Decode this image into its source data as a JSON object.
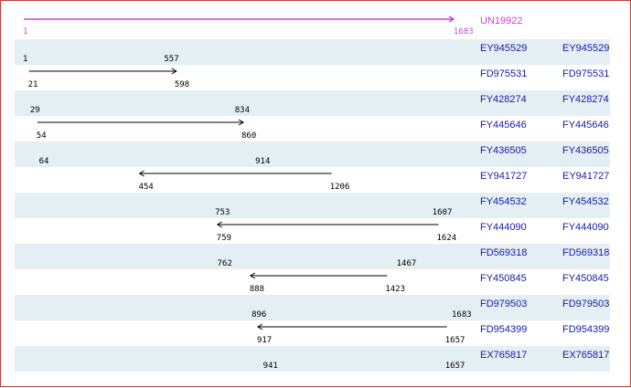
{
  "colors": {
    "border": "#c04040",
    "band": "#e3eff3",
    "reference": "#cc44cc",
    "arrow": "#000000",
    "link": "#1a1aa6"
  },
  "reference": {
    "name": "UN19922",
    "start": "1",
    "end": "1683",
    "start_val": 1,
    "end_val": 1683,
    "direction": "right"
  },
  "scale": {
    "min": 1,
    "max": 1683
  },
  "alignments": [
    {
      "id": "EY945529",
      "id2": "EY945529",
      "start": 1,
      "end": 557,
      "start_label": "1",
      "end_label": "557",
      "direction": "right",
      "shaded": true
    },
    {
      "id": "FD975531",
      "id2": "FD975531",
      "start": 21,
      "end": 598,
      "start_label": "21",
      "end_label": "598",
      "direction": "right",
      "shaded": false
    },
    {
      "id": "FY428274",
      "id2": "FY428274",
      "start": 29,
      "end": 834,
      "start_label": "29",
      "end_label": "834",
      "direction": "right",
      "shaded": true
    },
    {
      "id": "FY445646",
      "id2": "FY445646",
      "start": 54,
      "end": 860,
      "start_label": "54",
      "end_label": "860",
      "direction": "right",
      "shaded": false
    },
    {
      "id": "FY436505",
      "id2": "FY436505",
      "start": 64,
      "end": 914,
      "start_label": "64",
      "end_label": "914",
      "direction": "right",
      "shaded": true
    },
    {
      "id": "EY941727",
      "id2": "EY941727",
      "start": 454,
      "end": 1206,
      "start_label": "454",
      "end_label": "1206",
      "direction": "left",
      "shaded": false
    },
    {
      "id": "FY454532",
      "id2": "FY454532",
      "start": 753,
      "end": 1607,
      "start_label": "753",
      "end_label": "1607",
      "direction": "left",
      "shaded": true
    },
    {
      "id": "FY444090",
      "id2": "FY444090",
      "start": 759,
      "end": 1624,
      "start_label": "759",
      "end_label": "1624",
      "direction": "left",
      "shaded": false
    },
    {
      "id": "FD569318",
      "id2": "FD569318",
      "start": 762,
      "end": 1467,
      "start_label": "762",
      "end_label": "1467",
      "direction": "left",
      "shaded": true
    },
    {
      "id": "FY450845",
      "id2": "FY450845",
      "start": 888,
      "end": 1423,
      "start_label": "888",
      "end_label": "1423",
      "direction": "left",
      "shaded": false
    },
    {
      "id": "FD979503",
      "id2": "FD979503",
      "start": 896,
      "end": 1683,
      "start_label": "896",
      "end_label": "1683",
      "direction": "left",
      "shaded": true
    },
    {
      "id": "FD954399",
      "id2": "FD954399",
      "start": 917,
      "end": 1657,
      "start_label": "917",
      "end_label": "1657",
      "direction": "left",
      "shaded": false
    },
    {
      "id": "EX765817",
      "id2": "EX765817",
      "start": 941,
      "end": 1657,
      "start_label": "941",
      "end_label": "1657",
      "direction": "left",
      "shaded": true
    }
  ]
}
